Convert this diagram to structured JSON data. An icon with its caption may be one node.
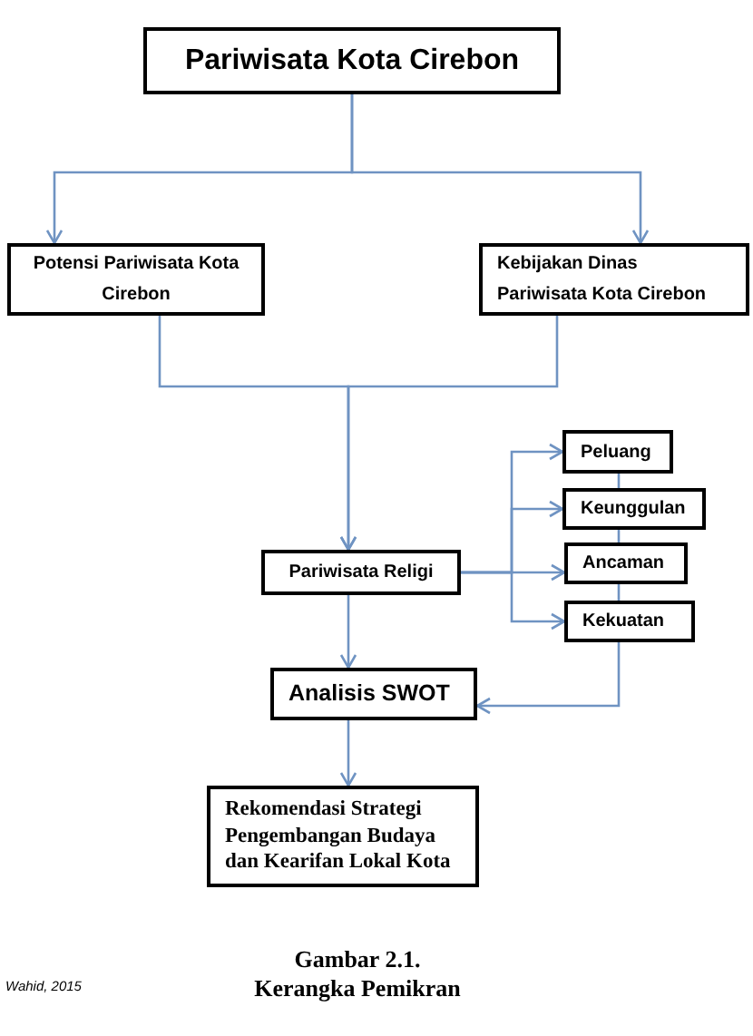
{
  "diagram": {
    "caption": "Gambar 2.1. Kerangka Pemikran",
    "nodes": [
      {
        "text": [
          "Pariwisata Kota Cirebon"
        ]
      },
      {
        "text": [
          "Potensi Pariwisata Kota Cirebon"
        ]
      },
      {
        "text": [
          "Kebijakan Dinas Pariwisata Kota Cirebon"
        ]
      },
      {
        "text": [
          "Pariwisata Religi"
        ]
      },
      {
        "text": [
          "Peluang"
        ]
      },
      {
        "text": [
          "Keunggulan"
        ]
      },
      {
        "text": [
          "Ancaman"
        ]
      },
      {
        "text": [
          "Kekuatan"
        ]
      },
      {
        "text": [
          "Analisis SWOT"
        ]
      },
      {
        "text": [
          "Rekomendasi Strategi Pengembangan Budaya dan Kearifan Lokal Kota"
        ]
      }
    ],
    "edges": [
      {
        "from": 0,
        "to": 1,
        "arrow": "to"
      },
      {
        "from": 0,
        "to": 2,
        "arrow": "to"
      },
      {
        "from": 1,
        "to": 3,
        "arrow": "to"
      },
      {
        "from": 2,
        "to": 3,
        "arrow": "to"
      },
      {
        "from": 3,
        "to": 4,
        "arrow": "to"
      },
      {
        "from": 3,
        "to": 5,
        "arrow": "to"
      },
      {
        "from": 3,
        "to": 6,
        "arrow": "to"
      },
      {
        "from": 3,
        "to": 7,
        "arrow": "to"
      },
      {
        "from": 3,
        "to": 8,
        "arrow": "to"
      },
      {
        "from": 7,
        "to": 8,
        "arrow": "to"
      },
      {
        "from": 4,
        "to": 5,
        "arrow": "none"
      },
      {
        "from": 5,
        "to": 6,
        "arrow": "none"
      },
      {
        "from": 6,
        "to": 7,
        "arrow": "none"
      },
      {
        "from": 8,
        "to": 9,
        "arrow": "to"
      }
    ],
    "labels": [
      "Wahid, 2015"
    ]
  }
}
